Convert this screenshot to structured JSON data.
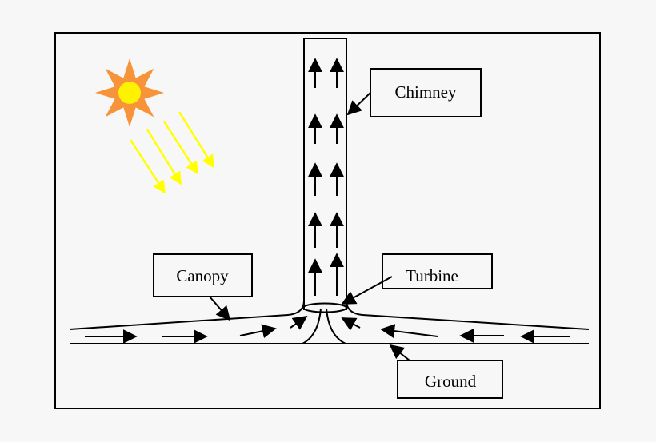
{
  "labels": {
    "chimney": "Chimney",
    "turbine": "Turbine",
    "canopy": "Canopy",
    "ground": "Ground"
  },
  "colors": {
    "background": "#f7f7f7",
    "line": "#000000",
    "sun_rays": "#f7943a",
    "sun_core": "#fff200",
    "sunlight": "#ffff00"
  },
  "icons": {
    "sun": "sun-icon",
    "sunlight": "sunlight-arrow-icon",
    "airflow": "airflow-arrow-icon",
    "turbine": "turbine-icon"
  }
}
